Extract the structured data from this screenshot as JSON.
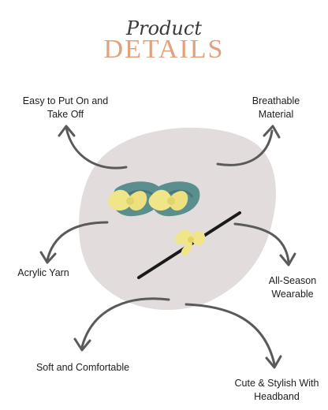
{
  "header": {
    "script_title": "Product",
    "main_title": "DETAILS"
  },
  "features": {
    "easy": "Easy to Put On and Take Off",
    "breathable": "Breathable Material",
    "acrylic": "Acrylic Yarn",
    "all_season": "All-Season Wearable",
    "soft": "Soft and Comfortable",
    "cute": "Cute & Stylish With Headband"
  },
  "colors": {
    "blob": "#e3dcdd",
    "title_accent": "#e3a07c",
    "arrow": "#5a5a5a",
    "shoe": "#5b8f8d",
    "bow": "#f1e58a"
  }
}
